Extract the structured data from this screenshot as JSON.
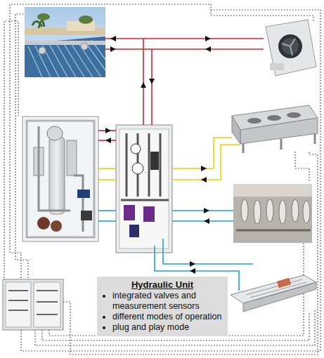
{
  "diagram": {
    "nodes": [
      {
        "text": [
          "Hydraulic Unit",
          "integrated valves and measurement sensors",
          "different modes of operation",
          "plug and play mode"
        ]
      }
    ]
  }
}
